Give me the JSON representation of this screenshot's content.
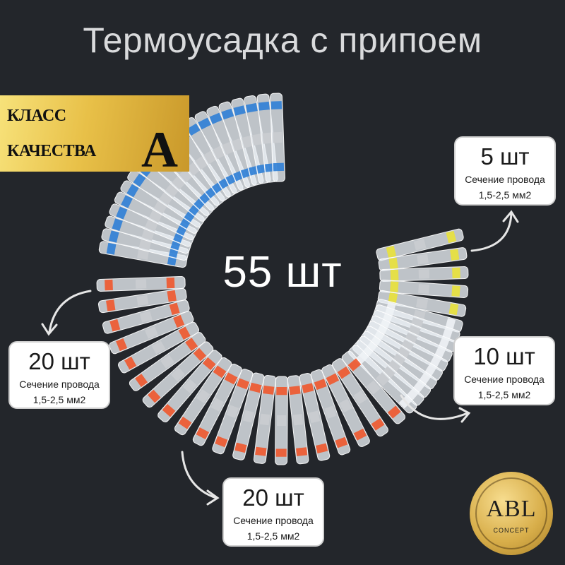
{
  "title": "Термоусадка с припоем",
  "badge": {
    "line1": "КЛАСС",
    "line2": "КАЧЕСТВА",
    "grade": "А"
  },
  "center": {
    "count": "55 шт"
  },
  "cards": {
    "top_right": {
      "qty": "5 шт",
      "section": "Сечение провода",
      "range": "1,5-2,5 мм2"
    },
    "left": {
      "qty": "20 шт",
      "section": "Сечение провода",
      "range": "1,5-2,5 мм2"
    },
    "right": {
      "qty": "10 шт",
      "section": "Сечение провода",
      "range": "1,5-2,5 мм2"
    },
    "bottom": {
      "qty": "20 шт",
      "section": "Сечение провода",
      "range": "1,5-2,5 мм2"
    }
  },
  "logo": {
    "main": "ABL",
    "sub": "CONCEPT"
  },
  "connector_groups": [
    {
      "color": "blue",
      "hex": "#2f7fd6",
      "count": 20
    },
    {
      "color": "yellow",
      "hex": "#e9e23a",
      "count": 5
    },
    {
      "color": "white",
      "hex": "#eef2f5",
      "count": 10
    },
    {
      "color": "red",
      "hex": "#f0582c",
      "count": 20
    }
  ],
  "colors": {
    "background": "#23262b",
    "arrow": "#e6e6e6"
  }
}
